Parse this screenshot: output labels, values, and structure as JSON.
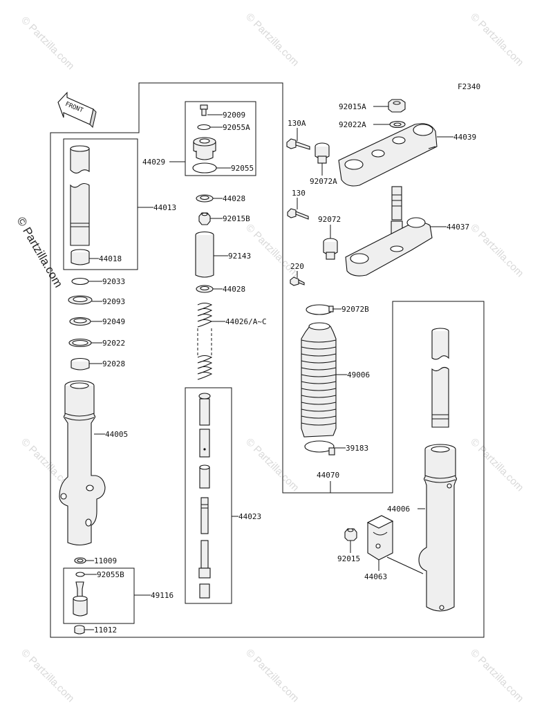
{
  "diagram_code": "F2340",
  "front_label": "FRONT",
  "watermark": "© Partzilla.com",
  "side_watermark": "© Partzilla.com",
  "callouts": {
    "p92009": "92009",
    "p92055A": "92055A",
    "p44029": "44029",
    "p92055": "92055",
    "p44028a": "44028",
    "p92015B": "92015B",
    "p92143": "92143",
    "p44028b": "44028",
    "p44026": "44026/A~C",
    "p44023": "44023",
    "p44013": "44013",
    "p44018": "44018",
    "p92033": "92033",
    "p92093": "92093",
    "p92049": "92049",
    "p92022": "92022",
    "p92028": "92028",
    "p44005": "44005",
    "p11009": "11009",
    "p92055B": "92055B",
    "p49116": "49116",
    "p11012": "11012",
    "p92015A": "92015A",
    "p92022A": "92022A",
    "p130A": "130A",
    "p44039": "44039",
    "p92072A": "92072A",
    "p130": "130",
    "p92072": "92072",
    "p44037": "44037",
    "p220": "220",
    "p92072B": "92072B",
    "p49006": "49006",
    "p39183": "39183",
    "p44070": "44070",
    "p44006": "44006",
    "p92015": "92015",
    "p44063": "44063"
  }
}
